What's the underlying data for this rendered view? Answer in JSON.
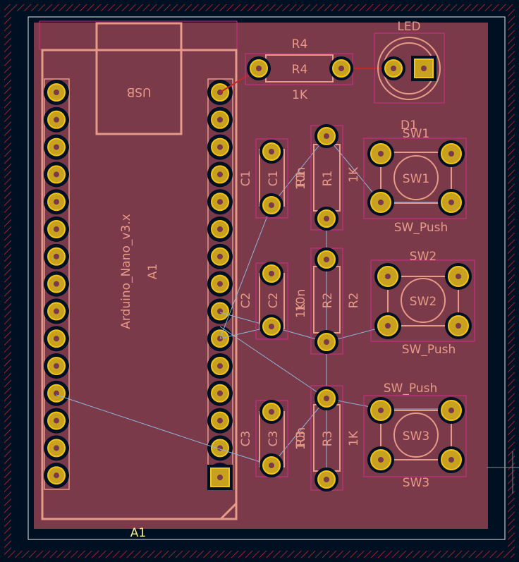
{
  "colors": {
    "background": "#001023",
    "board": "#7a3a4a",
    "board_edge_hatch": "#c8242b",
    "outline": "#e8e8e8",
    "silk": "#e89a88",
    "courtyard": "#d42c8c",
    "pad_copper": "#c8a21e",
    "pad_ring": "#f2c318",
    "ratsnest": "#8fb4d8",
    "trace": "#c8242b",
    "ref_label": "#f5f08c"
  },
  "arduino": {
    "name": "Arduino_Nano_v3.x",
    "ref": "A1",
    "usb_label": "USB",
    "footprint_ref": "A1"
  },
  "components": {
    "r4": {
      "ref": "R4",
      "value": "1K",
      "body_ref": "R4"
    },
    "led": {
      "label": "LED",
      "ref": "D1"
    },
    "c1": {
      "ref": "C1",
      "body_ref": "C1",
      "value": "10n"
    },
    "r1": {
      "ref": "R1",
      "body_ref": "R1",
      "value": "1K"
    },
    "sw1": {
      "ref": "SW1",
      "body_ref": "SW1",
      "value": "SW_Push"
    },
    "c2": {
      "ref": "C2",
      "body_ref": "C2",
      "value": "10n"
    },
    "r2": {
      "ref": "R2",
      "body_ref": "R2",
      "value": "1K"
    },
    "sw2": {
      "ref": "SW2",
      "body_ref": "SW2",
      "value": "SW_Push"
    },
    "c3": {
      "ref": "C3",
      "body_ref": "C3",
      "value": "10n"
    },
    "r3": {
      "ref": "R3",
      "body_ref": "R3",
      "value": "1K"
    },
    "sw3": {
      "ref": "SW3",
      "body_ref": "SW3",
      "value": "SW_Push"
    }
  }
}
